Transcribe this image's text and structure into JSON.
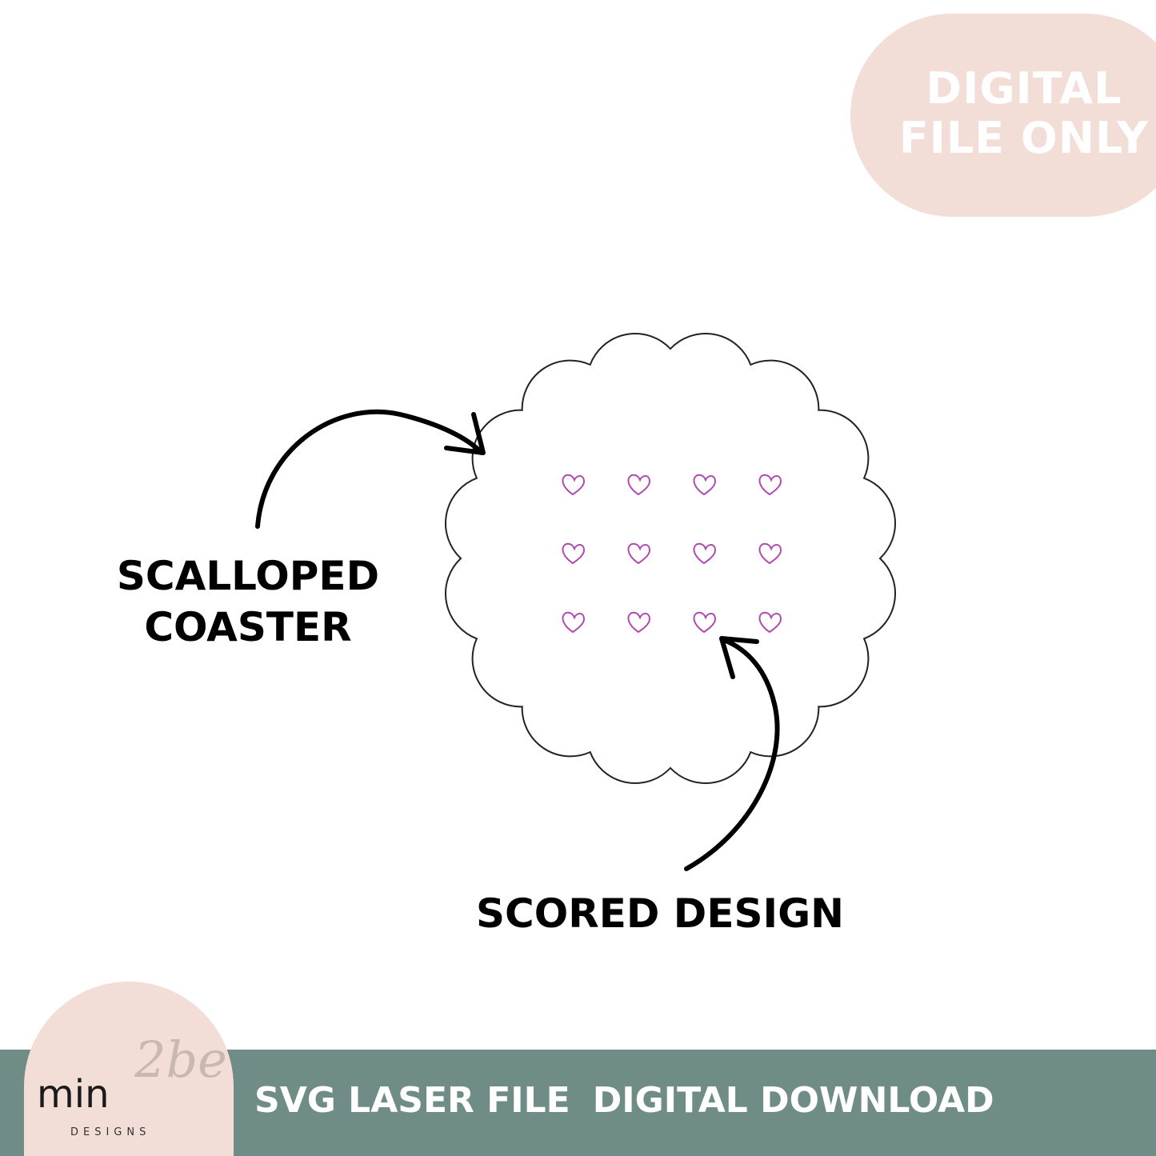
{
  "badge": {
    "line1": "DIGITAL",
    "line2": "FILE ONLY",
    "color": "#f2ddd7"
  },
  "labels": {
    "scalloped_line1": "SCALLOPED",
    "scalloped_line2": "COASTER",
    "scored": "SCORED DESIGN"
  },
  "illustration": {
    "shape": "scalloped circle coaster outline",
    "pattern_icon": "heart-outline-icon",
    "heart_grid": {
      "rows": 3,
      "cols": 4
    },
    "heart_color": "#b04ab0",
    "arrow_icon": "curved-arrow-icon"
  },
  "banner": {
    "left_text": "SVG LASER FILE",
    "right_text": "DIGITAL DOWNLOAD",
    "color": "#6f8c86"
  },
  "logo": {
    "main": "min",
    "script": "2be",
    "sub": "DESIGNS"
  }
}
